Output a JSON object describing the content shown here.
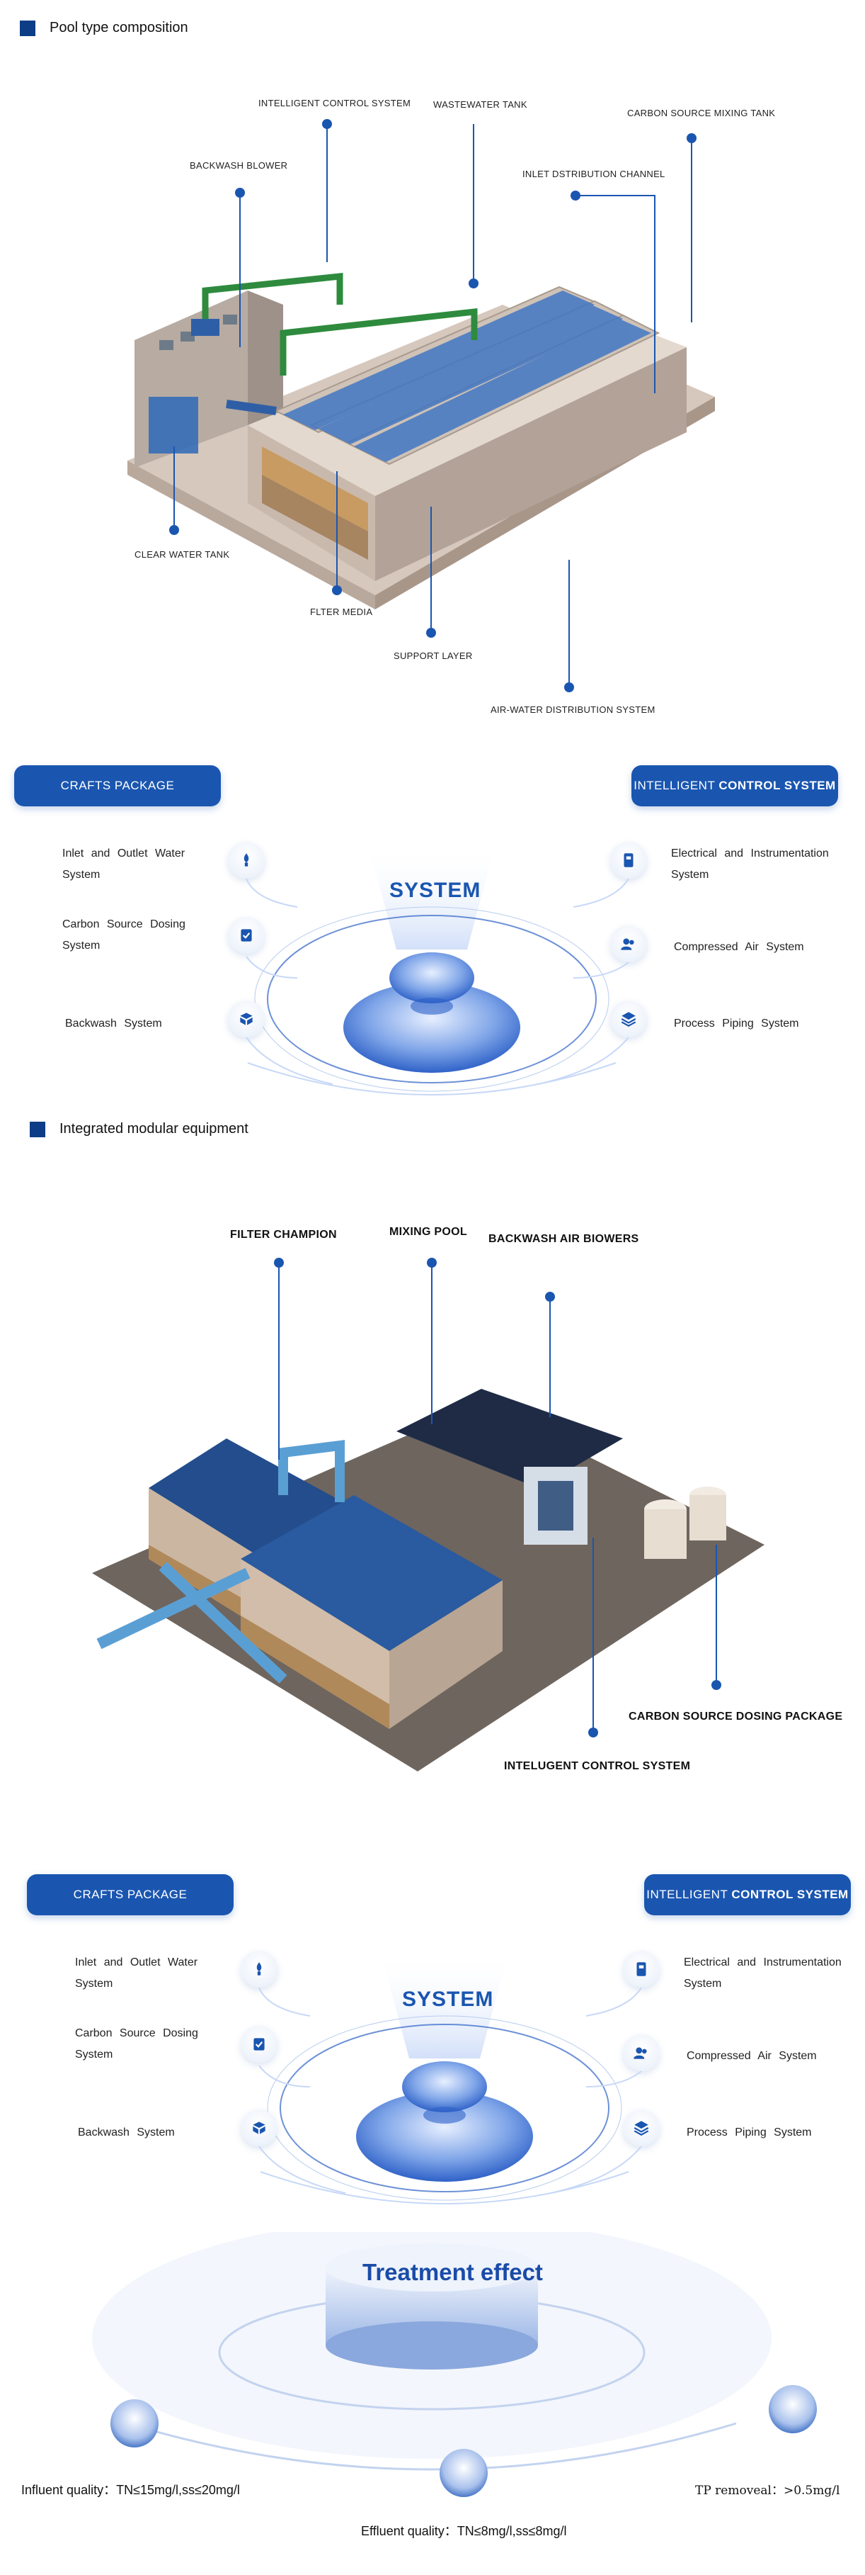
{
  "section1": {
    "title": "Pool type composition",
    "callouts": {
      "intelligent_control": "INTELLIGENT CONTROL SYSTEM",
      "wastewater_tank": "WASTEWATER TANK",
      "carbon_mixing": "CARBON SOURCE MIXING TANK",
      "backwash_blower": "BACKWASH BLOWER",
      "inlet_channel": "INLET DSTRIBUTION CHANNEL",
      "clear_water": "CLEAR WATER TANK",
      "filter_media": "FLTER  MEDIA",
      "support_layer": "SUPPORT LAYER",
      "air_water": "AIR-WATER  DISTRIBUTION  SYSTEM"
    }
  },
  "system_panel_1": {
    "left_pill": "CRAFTS  PACKAGE",
    "right_pill_a": "INTELLIGENT",
    "right_pill_b": "CONTROL SYSTEM",
    "center": "SYSTEM",
    "left_items": [
      "Inlet and Outlet Water System",
      "Carbon Source Dosing System",
      "Backwash System"
    ],
    "right_items": [
      "Electrical and Instrumentation System",
      "Compressed Air System",
      "Process Piping System"
    ]
  },
  "section2": {
    "title": "Integrated modular equipment",
    "callouts": {
      "filter_champion": "FILTER CHAMPION",
      "mixing_pool": "MIXING   POOL",
      "backwash_air": "BACKWASH AIR BIOWERS",
      "carbon_dosing": "CARBON SOURCE DOSING PACKAGE",
      "intelligent_control": "INTELUGENT CONTROL SYSTEM"
    }
  },
  "system_panel_2": {
    "left_pill": "CRAFTS  PACKAGE",
    "right_pill_a": "INTELLIGENT",
    "right_pill_b": "CONTROL SYSTEM",
    "center": "SYSTEM",
    "left_items": [
      "Inlet and Outlet Water System",
      "Carbon Source Dosing System",
      "Backwash System"
    ],
    "right_items": [
      "Electrical and Instrumentation System",
      "Compressed Air System",
      "Process Piping System"
    ]
  },
  "treatment": {
    "title": "Treatment effect",
    "influent": "Influent quality：TN≤15mg/l,ss≤20mg/l",
    "effluent": "Effluent quality：TN≤8mg/l,ss≤8mg/l",
    "tp": "TP removeal：>0.5mg/l"
  },
  "colors": {
    "accent": "#1a56b0",
    "dark_blue": "#0d3d86",
    "concrete": "#c9b9ad"
  },
  "icons": [
    "faucet-icon",
    "checklist-icon",
    "cube-arrows-icon",
    "panel-icon",
    "users-icon",
    "layers-icon"
  ]
}
